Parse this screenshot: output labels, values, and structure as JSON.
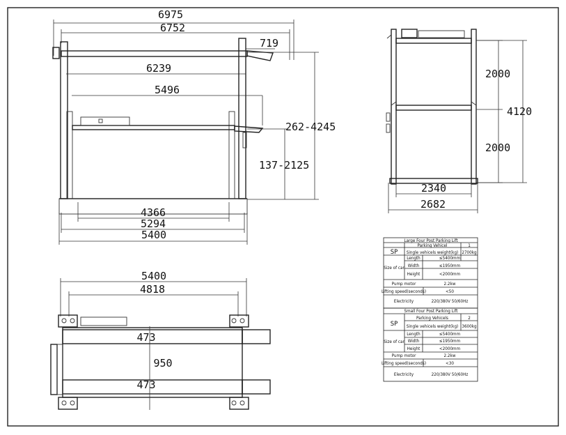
{
  "front_view": {
    "dims": {
      "overall_top": "6975",
      "outer_posts": "6752",
      "ramp": "719",
      "inner": "6239",
      "platform": "5496",
      "height_total": "262-4245",
      "height_platform": "137-2125",
      "base_inner": "4366",
      "base_mid": "5294",
      "base_overall": "5400"
    }
  },
  "side_view": {
    "dims": {
      "upper_level": "2000",
      "lower_level": "2000",
      "total_height": "4120",
      "inner_width": "2340",
      "outer_width": "2682"
    }
  },
  "top_view": {
    "dims": {
      "overall_length": "5400",
      "inner_length": "4818",
      "runway_top": "473",
      "gap": "950",
      "runway_bottom": "473"
    }
  },
  "spec_tables": [
    {
      "title": "Large Four Post Parking Lift",
      "sp": "SP",
      "parking_label": "Parking Vehicel",
      "parking_value": "1",
      "weight_label": "Single vehicels weight(kg)",
      "weight_value": "2700kg",
      "size_label": "Size of car",
      "length_label": "Length",
      "length_value": "≤5400mm",
      "width_label": "Width",
      "width_value": "≤1950mm",
      "height_label": "Height",
      "height_value": "<2000mm",
      "pump_label": "Pump motor",
      "pump_value": "2.2kw",
      "speed_label": "Lifting speed(seconds)",
      "speed_value": "<50",
      "elec_label": "Electricity",
      "elec_value": "220/380V 50/60Hz"
    },
    {
      "title": "Small Four Post Parking Lift",
      "sp": "SP",
      "parking_label": "Parking Vehicels",
      "parking_value": "2",
      "weight_label": "Single vehicels weight(kg)",
      "weight_value": "3600kg",
      "size_label": "Size of car",
      "length_label": "Length",
      "length_value": "≤5400mm",
      "width_label": "Width",
      "width_value": "≤1950mm",
      "height_label": "Height",
      "height_value": "<2000mm",
      "pump_label": "Pump motor",
      "pump_value": "2.2kw",
      "speed_label": "Lifting speed(seconds)",
      "speed_value": "<30",
      "elec_label": "Electricity",
      "elec_value": "220/380V 50/60Hz"
    }
  ]
}
